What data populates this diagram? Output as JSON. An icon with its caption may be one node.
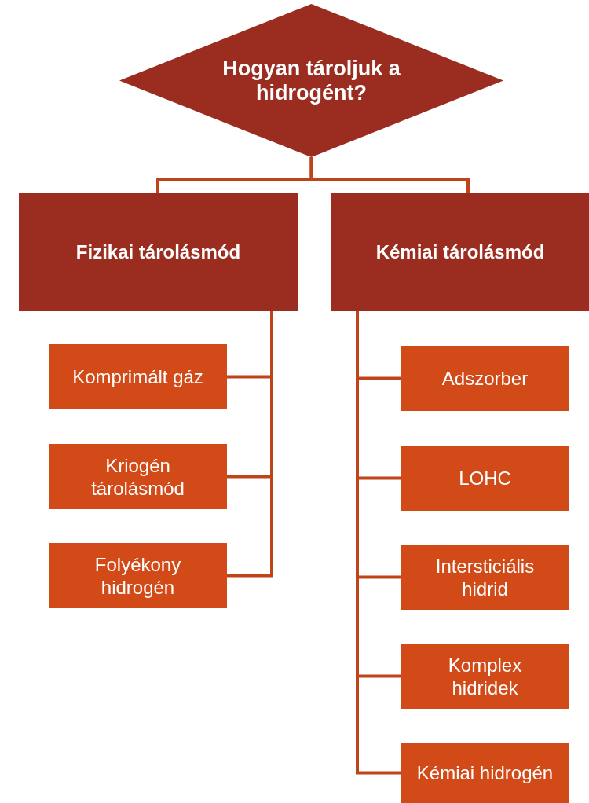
{
  "diagram": {
    "nodes": [
      {
        "text": [
          "Hogyan tároljuk a hidrogént?"
        ]
      },
      {
        "text": [
          "Fizikai tárolásmód"
        ]
      },
      {
        "text": [
          "Kémiai tárolásmód"
        ]
      },
      {
        "text": [
          "Komprimált gáz"
        ]
      },
      {
        "text": [
          "Kriogén tárolásmód"
        ]
      },
      {
        "text": [
          "Folyékony hidrogén"
        ]
      },
      {
        "text": [
          "Adszorber"
        ]
      },
      {
        "text": [
          "LOHC"
        ]
      },
      {
        "text": [
          "Intersticiális hidrid"
        ]
      },
      {
        "text": [
          "Komplex hidridek"
        ]
      },
      {
        "text": [
          "Kémiai hidrogén"
        ]
      }
    ],
    "edges": [
      {
        "from": 0,
        "to": 1,
        "arrow": "none"
      },
      {
        "from": 0,
        "to": 2,
        "arrow": "none"
      },
      {
        "from": 1,
        "to": 3,
        "arrow": "none"
      },
      {
        "from": 1,
        "to": 4,
        "arrow": "none"
      },
      {
        "from": 1,
        "to": 5,
        "arrow": "none"
      },
      {
        "from": 2,
        "to": 6,
        "arrow": "none"
      },
      {
        "from": 2,
        "to": 7,
        "arrow": "none"
      },
      {
        "from": 2,
        "to": 8,
        "arrow": "none"
      },
      {
        "from": 2,
        "to": 9,
        "arrow": "none"
      },
      {
        "from": 2,
        "to": 10,
        "arrow": "none"
      }
    ]
  }
}
